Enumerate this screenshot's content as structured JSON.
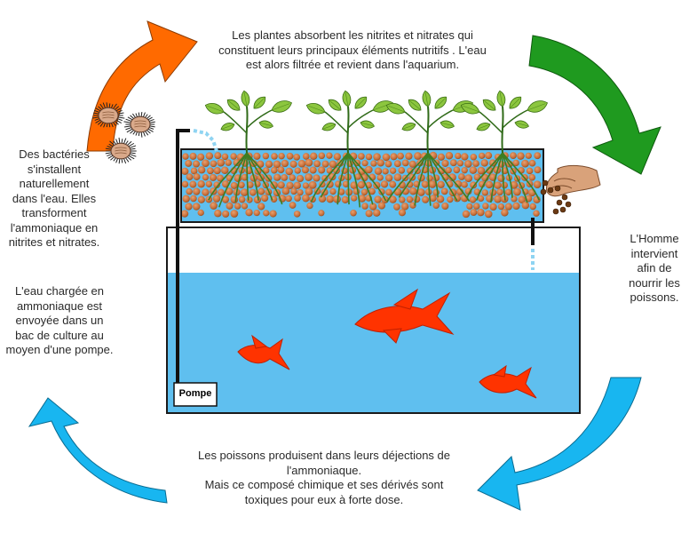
{
  "captions": {
    "plants": [
      "Les plantes absorbent les nitrites et nitrates qui",
      "constituent leurs principaux éléments nutritifs . L'eau",
      "est alors filtrée et revient dans l'aquarium."
    ],
    "human": [
      "L'Homme",
      "intervient",
      "afin de",
      "nourrir les",
      "poissons."
    ],
    "bacteria": [
      "Des bactéries",
      "s'installent",
      "naturellement",
      "dans l'eau. Elles",
      "transforment",
      "l'ammoniaque en",
      "nitrites et nitrates."
    ],
    "pump_water": [
      "L'eau chargée en",
      "ammoniaque est",
      "envoyée dans un",
      "bac de culture au",
      "moyen d'une pompe."
    ],
    "fish": [
      "Les poissons produisent dans leurs déjections de",
      "l'ammoniaque.",
      "Mais ce composé chimique et ses dérivés sont",
      "toxiques pour eux à forte dose."
    ]
  },
  "pump_label": "Pompe",
  "colors": {
    "water": "#5fbfef",
    "gravel": "#c8733a",
    "fish": "#ff3300",
    "arrow_orange": "#ff6a00",
    "arrow_green": "#1f9a1f",
    "arrow_blue": "#18b6f0",
    "plant_leaf": "#8cc63f",
    "roots": "#3d7d22"
  },
  "icons": [
    "bacteria-icon",
    "hand-feeding-icon",
    "fish-icon",
    "plant-icon",
    "pump-icon"
  ]
}
